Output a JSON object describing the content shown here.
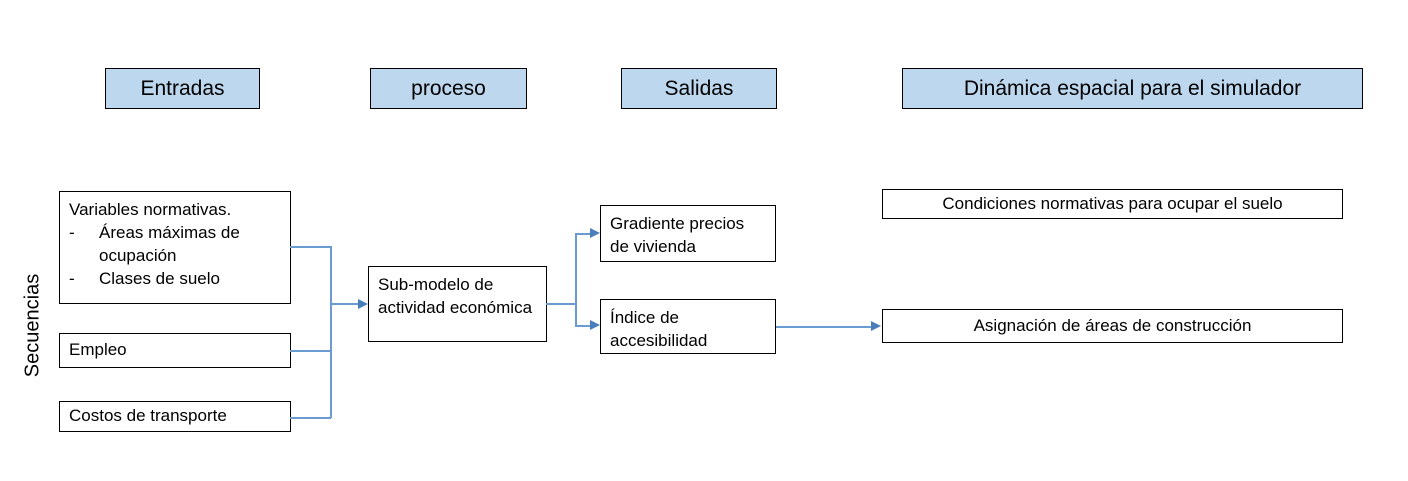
{
  "diagram": {
    "side_label": "Secuencias",
    "stages": [
      {
        "id": "entradas",
        "label": "Entradas"
      },
      {
        "id": "proceso",
        "label": "proceso"
      },
      {
        "id": "salidas",
        "label": "Salidas"
      },
      {
        "id": "dinamica",
        "label": "Dinámica espacial para el simulador"
      }
    ],
    "inputs": {
      "variables": {
        "lead": "Variables normativas.",
        "bullets": [
          {
            "dash": "-",
            "text": "Áreas máximas de ocupación"
          },
          {
            "dash": "-",
            "text": "Clases de suelo"
          }
        ]
      },
      "empleo": "Empleo",
      "costos": "Costos de transporte"
    },
    "process": {
      "submodel": "Sub-modelo de actividad económica"
    },
    "outputs": {
      "gradiente": "Gradiente precios de vivienda",
      "indice": "Índice de accesibilidad"
    },
    "spatial": {
      "condiciones": "Condiciones normativas para ocupar el suelo",
      "asignacion": "Asignación de áreas de construcción"
    },
    "colors": {
      "stage_fill": "#bdd7ee",
      "box_border": "#000000",
      "connector": "#6a9bd1",
      "arrow": "#4a7ebb",
      "text": "#000000",
      "background": "#ffffff"
    }
  }
}
